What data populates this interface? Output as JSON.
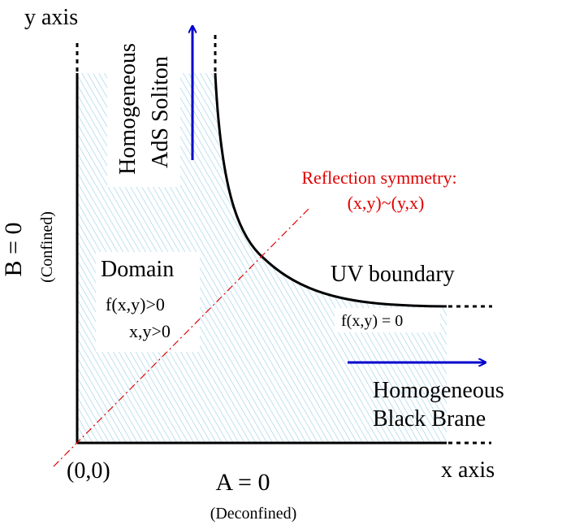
{
  "axes": {
    "y_axis_label": "y axis",
    "x_axis_label": "x axis",
    "origin_label": "(0,0)"
  },
  "boundaries": {
    "left_label": "B = 0",
    "left_sublabel": "(Confined)",
    "bottom_label": "A = 0",
    "bottom_sublabel": "(Deconfined)"
  },
  "domain": {
    "title": "Domain",
    "condition_1": "f(x,y)>0",
    "condition_2": "x,y>0"
  },
  "uv_boundary": {
    "label": "UV boundary",
    "equation": "f(x,y) = 0"
  },
  "symmetry": {
    "label": "Reflection symmetry:",
    "relation": "(x,y)~(y,x)"
  },
  "soliton": {
    "line_1": "Homogeneous",
    "line_2": "AdS Soliton"
  },
  "black_brane": {
    "line_1": "Homogeneous",
    "line_2": "Black Brane"
  },
  "colors": {
    "hatch": "#8ecae6",
    "arrow": "#0000cc",
    "symmetry": "#e00000",
    "line": "#000000"
  }
}
